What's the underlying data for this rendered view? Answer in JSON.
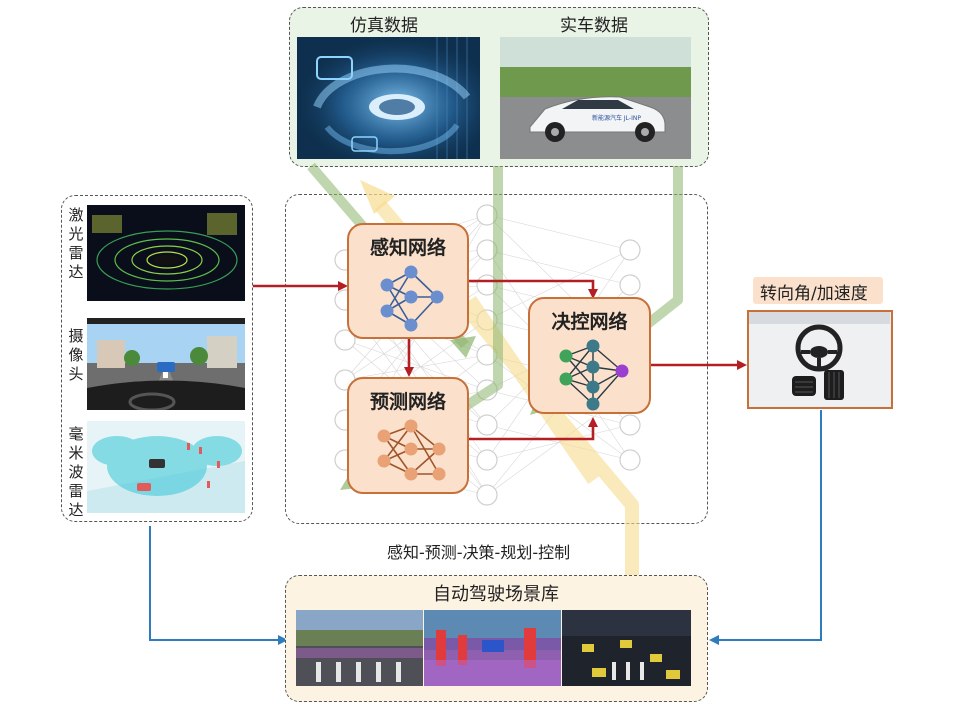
{
  "top_panel": {
    "sim_label": "仿真数据",
    "real_label": "实车数据",
    "car_text": "新能源汽车 JL-INP"
  },
  "sensors": [
    {
      "label": "激光雷达",
      "image": "lidar-pointcloud"
    },
    {
      "label": "摄像头",
      "image": "camera-road-view"
    },
    {
      "label": "毫米波雷达",
      "image": "radar-scene"
    }
  ],
  "networks": {
    "perception": "感知网络",
    "prediction": "预测网络",
    "decision": "决控网络"
  },
  "pipeline_caption": "感知-预测-决策-规划-控制",
  "output": {
    "label": "转向角/加速度",
    "icons": [
      "steering-wheel",
      "brake-pedal",
      "accelerator-pedal"
    ]
  },
  "scene_library": {
    "title": "自动驾驶场景库"
  },
  "colors": {
    "arrow_red": "#b41f24",
    "arrow_blue": "#2e7cc0",
    "arrow_green": "#8db56e",
    "arrow_yellow": "#f6dc8e",
    "node_fill": "#fbe1cc",
    "node_border": "#c8703a",
    "top_panel_fill": "#eaf4e6",
    "scene_panel_fill": "#fdf3e3",
    "output_label_fill": "#fbe1cc"
  }
}
